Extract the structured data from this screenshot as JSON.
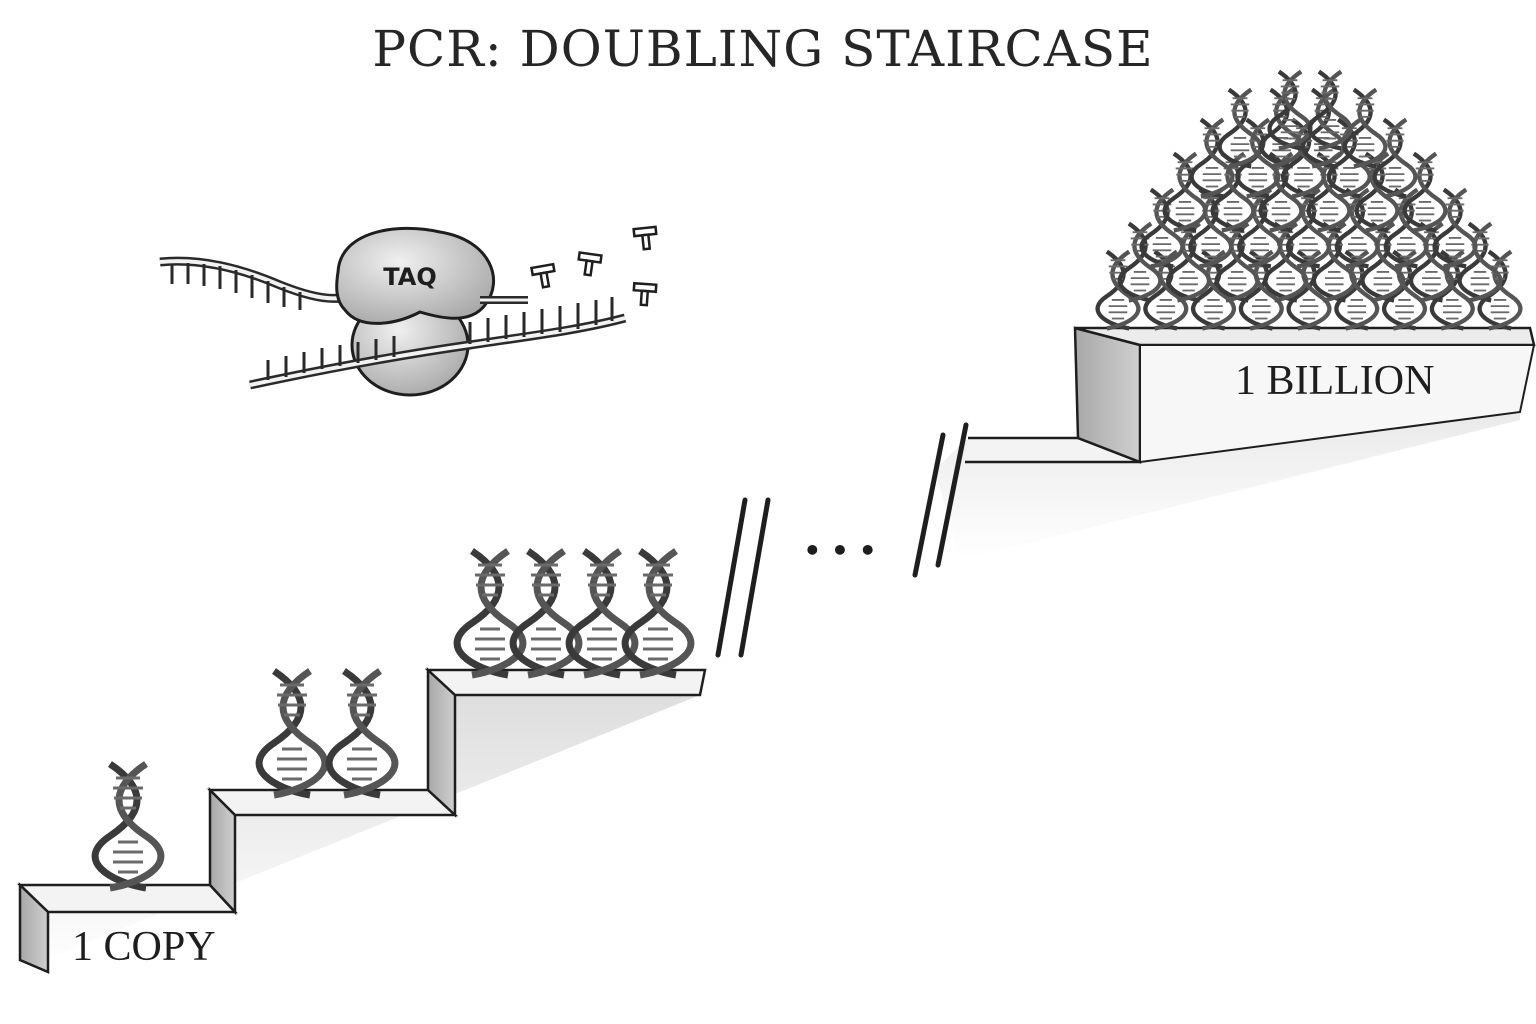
{
  "diagram": {
    "title": "PCR: DOUBLING STAIRCASE",
    "enzyme_label": "TAQ",
    "nucleotide_symbol": "T",
    "gap_ellipsis": "• • •",
    "steps": [
      {
        "label": "1 COPY",
        "copies": 1
      },
      {
        "label": "",
        "copies": 2
      },
      {
        "label": "",
        "copies": 4
      },
      {
        "label": "1 BILLION",
        "copies": 1000000000
      }
    ],
    "colors": {
      "ink": "#1e1e1e",
      "step_top": "#f4f4f4",
      "step_front": "#dcdcdc",
      "step_riser": "#bdbdbd",
      "enzyme": "#d9d9d9",
      "helix": "#6a6a6a"
    }
  }
}
